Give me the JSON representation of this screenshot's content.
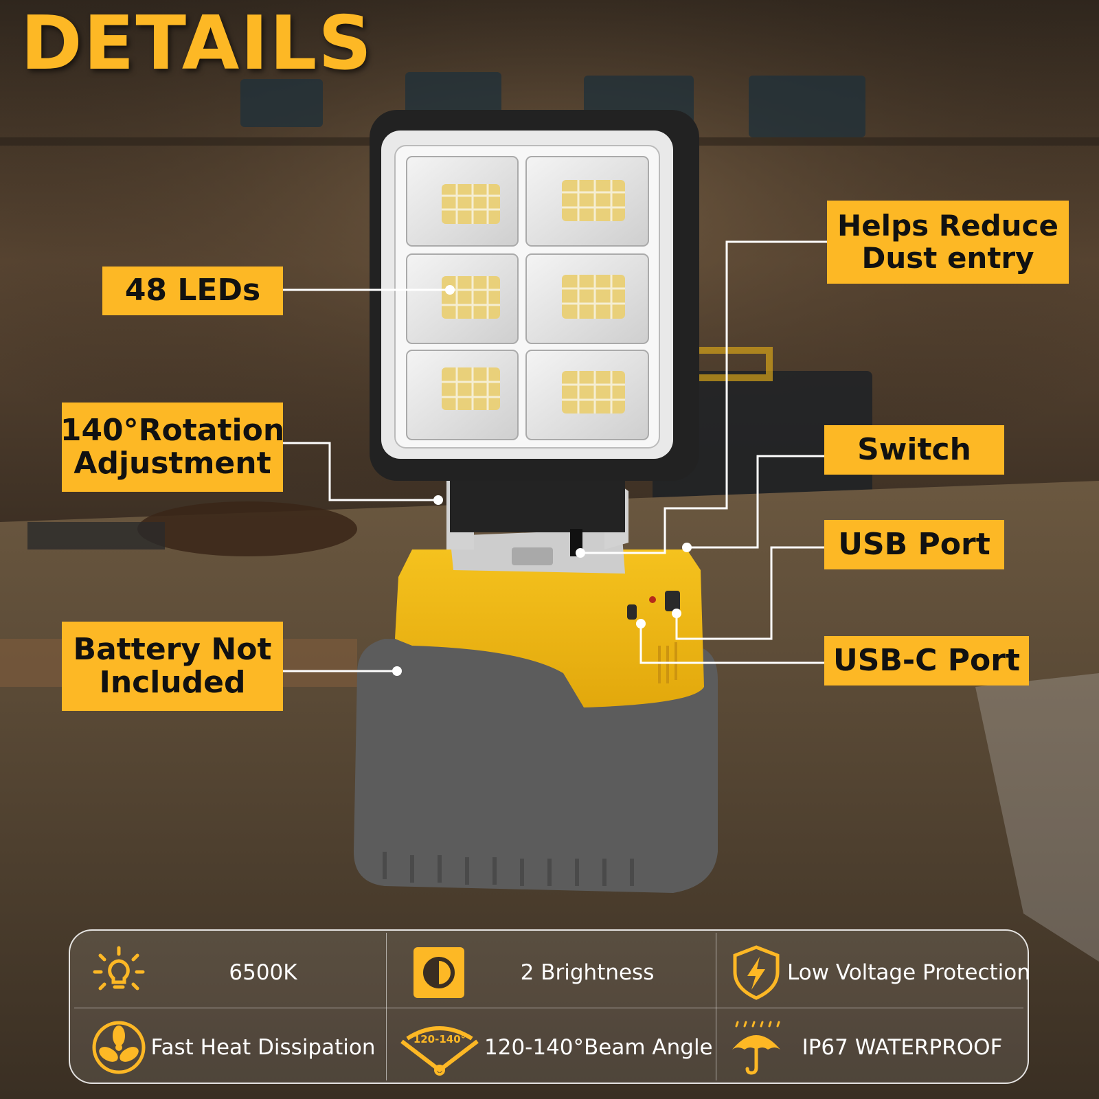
{
  "title": "DETAILS",
  "callouts": {
    "leds": "48 LEDs",
    "rotation": "140°Rotation\nAdjustment",
    "battery": "Battery Not\nIncluded",
    "dust": "Helps Reduce\nDust entry",
    "switch": "Switch",
    "usb": "USB Port",
    "usbc": "USB-C Port"
  },
  "features": [
    {
      "label": "6500K",
      "icon": "bulb-icon"
    },
    {
      "label": "2 Brightness",
      "icon": "brightness-icon"
    },
    {
      "label": "Low Voltage Protection",
      "icon": "lightning-shield-icon"
    },
    {
      "label": "Fast Heat Dissipation",
      "icon": "fan-icon"
    },
    {
      "label": "120-140°Beam Angle",
      "icon": "beam-angle-icon",
      "icon_text": "120-140°"
    },
    {
      "label": "IP67 WATERPROOF",
      "icon": "umbrella-icon"
    }
  ],
  "colors": {
    "accent": "#fdb825",
    "callout_text": "#111111"
  }
}
